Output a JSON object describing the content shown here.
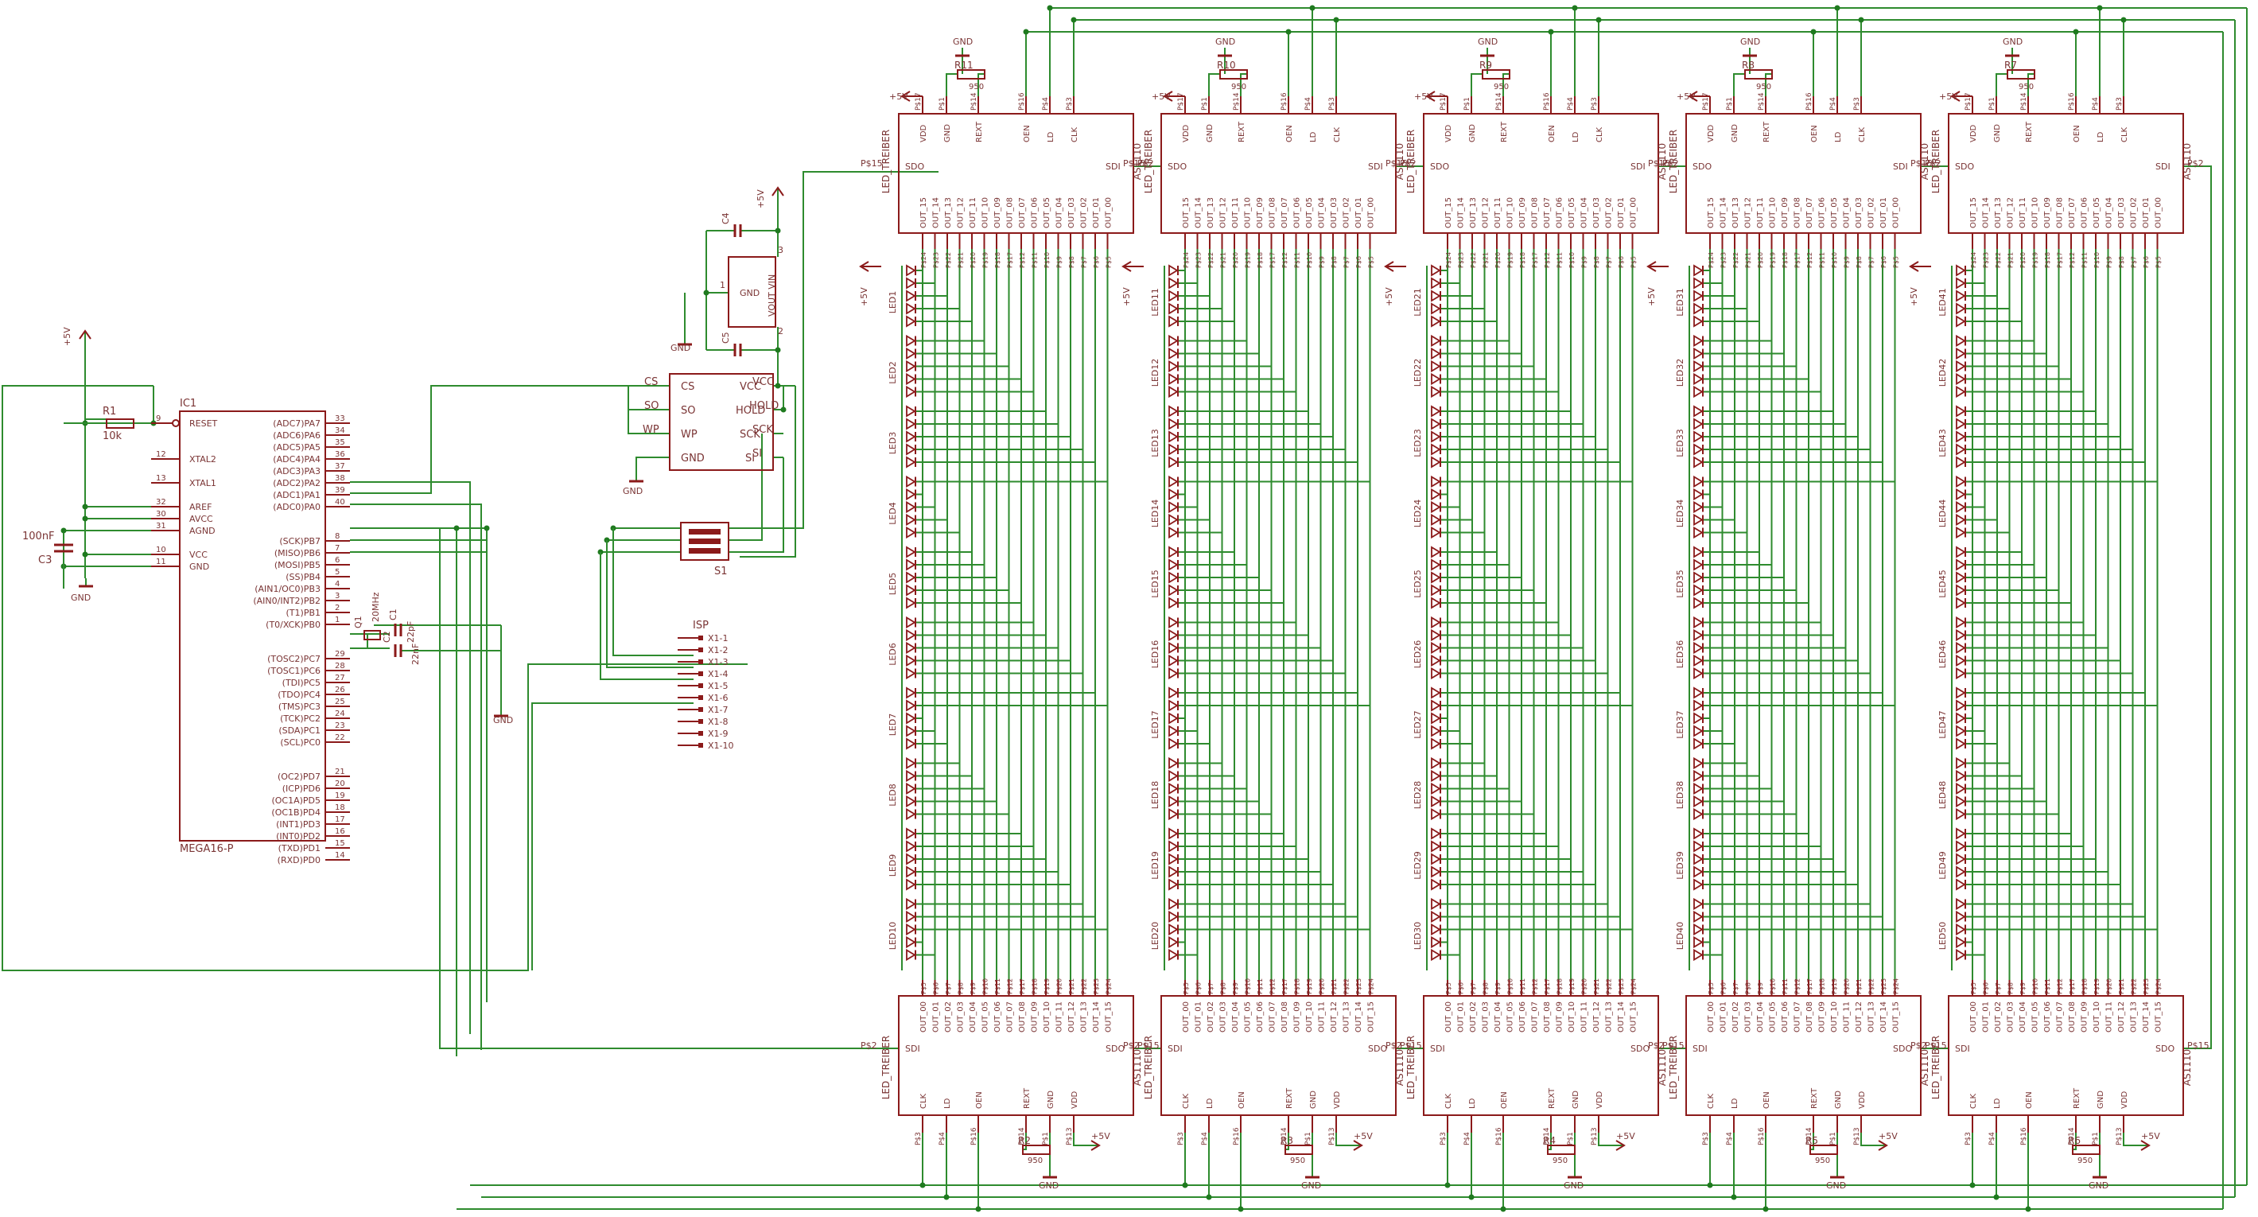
{
  "colors": {
    "wire": "#2e8b2e",
    "part": "#8b1a1a",
    "text": "#7a3434",
    "junction": "#1f7a1f",
    "background": "#ffffff"
  },
  "mcu": {
    "name": "IC1",
    "value": "MEGA16-P",
    "left_pins": [
      {
        "num": "9",
        "name": "RESET"
      },
      {
        "num": "12",
        "name": "XTAL2"
      },
      {
        "num": "13",
        "name": "XTAL1"
      },
      {
        "num": "32",
        "name": "AREF"
      },
      {
        "num": "30",
        "name": "AVCC"
      },
      {
        "num": "31",
        "name": "AGND"
      },
      {
        "num": "10",
        "name": "VCC"
      },
      {
        "num": "11",
        "name": "GND"
      }
    ],
    "right_pins": [
      {
        "num": "33",
        "name": "(ADC7)PA7"
      },
      {
        "num": "34",
        "name": "(ADC6)PA6"
      },
      {
        "num": "35",
        "name": "(ADC5)PA5"
      },
      {
        "num": "36",
        "name": "(ADC4)PA4"
      },
      {
        "num": "37",
        "name": "(ADC3)PA3"
      },
      {
        "num": "38",
        "name": "(ADC2)PA2"
      },
      {
        "num": "39",
        "name": "(ADC1)PA1"
      },
      {
        "num": "40",
        "name": "(ADC0)PA0"
      },
      {
        "num": "8",
        "name": "(SCK)PB7"
      },
      {
        "num": "7",
        "name": "(MISO)PB6"
      },
      {
        "num": "6",
        "name": "(MOSI)PB5"
      },
      {
        "num": "5",
        "name": "(SS)PB4"
      },
      {
        "num": "4",
        "name": "(AIN1/OC0)PB3"
      },
      {
        "num": "3",
        "name": "(AIN0/INT2)PB2"
      },
      {
        "num": "2",
        "name": "(T1)PB1"
      },
      {
        "num": "1",
        "name": "(T0/XCK)PB0"
      },
      {
        "num": "29",
        "name": "(TOSC2)PC7"
      },
      {
        "num": "28",
        "name": "(TOSC1)PC6"
      },
      {
        "num": "27",
        "name": "(TDI)PC5"
      },
      {
        "num": "26",
        "name": "(TDO)PC4"
      },
      {
        "num": "25",
        "name": "(TMS)PC3"
      },
      {
        "num": "24",
        "name": "(TCK)PC2"
      },
      {
        "num": "23",
        "name": "(SDA)PC1"
      },
      {
        "num": "22",
        "name": "(SCL)PC0"
      },
      {
        "num": "21",
        "name": "(OC2)PD7"
      },
      {
        "num": "20",
        "name": "(ICP)PD6"
      },
      {
        "num": "19",
        "name": "(OC1A)PD5"
      },
      {
        "num": "18",
        "name": "(OC1B)PD4"
      },
      {
        "num": "17",
        "name": "(INT1)PD3"
      },
      {
        "num": "16",
        "name": "(INT0)PD2"
      },
      {
        "num": "15",
        "name": "(TXD)PD1"
      },
      {
        "num": "14",
        "name": "(RXD)PD0"
      }
    ]
  },
  "parts": {
    "r1": {
      "name": "R1",
      "value": "10k"
    },
    "c3": {
      "name": "C3",
      "value": "100nF"
    },
    "q1": {
      "name": "Q1",
      "value": "20MHz"
    },
    "c1": {
      "name": "C1",
      "value": "22pF"
    },
    "c2": {
      "name": "C2",
      "value": "22nF"
    },
    "c4": {
      "name": "C4"
    },
    "c5": {
      "name": "C5"
    },
    "isp": {
      "name": "ISP",
      "pins": [
        "X1-1",
        "X1-2",
        "X1-3",
        "X1-4",
        "X1-5",
        "X1-6",
        "X1-7",
        "X1-8",
        "X1-9",
        "X1-10"
      ]
    },
    "s1": {
      "name": "S1"
    },
    "regulator": {
      "pins": [
        "GND",
        "VOUT VIN"
      ],
      "nums": [
        "1",
        "2",
        "3"
      ]
    },
    "eeprom": {
      "left": [
        "CS",
        "SO",
        "WP",
        "GND"
      ],
      "right": [
        "VCC",
        "HOLD",
        "SCK",
        "SI"
      ],
      "outside_left": [
        "CS",
        "SO",
        "WP"
      ],
      "outside_right": [
        "VCC",
        "HOLD",
        "SCK",
        "SI"
      ]
    }
  },
  "supply": {
    "vcc": "+5V",
    "gnd": "GND"
  },
  "driver": {
    "name": "AS1110",
    "part_label": "LED_TREIBER",
    "top_pins": [
      "VDD",
      "GND",
      "REXT",
      "OEN",
      "LD",
      "CLK"
    ],
    "top_pads": [
      "P$17",
      "P$1",
      "P$14",
      "P$16",
      "P$4",
      "P$3"
    ],
    "bottom_pins": [
      "CLK",
      "LD",
      "OEN",
      "REXT",
      "GND",
      "VDD"
    ],
    "bottom_pads": [
      "P$3",
      "P$4",
      "P$16",
      "P$14",
      "P$1",
      "P$13"
    ],
    "sdo": "SDO",
    "sdi": "SDI",
    "pad_sdo": "P$15",
    "pad_sdi": "P$2",
    "outs_top": [
      "OUT_15",
      "OUT_14",
      "OUT_13",
      "OUT_12",
      "OUT_11",
      "OUT_10",
      "OUT_09",
      "OUT_08",
      "OUT_07",
      "OUT_06",
      "OUT_05",
      "OUT_04",
      "OUT_03",
      "OUT_02",
      "OUT_01",
      "OUT_00"
    ],
    "outs_bottom": [
      "OUT_00",
      "OUT_01",
      "OUT_02",
      "OUT_03",
      "OUT_04",
      "OUT_05",
      "OUT_06",
      "OUT_07",
      "OUT_08",
      "OUT_09",
      "OUT_10",
      "OUT_11",
      "OUT_12",
      "OUT_13",
      "OUT_14",
      "OUT_15"
    ],
    "out_pads_top": [
      "P$24",
      "P$23",
      "P$22",
      "P$21",
      "P$20",
      "P$19",
      "P$18",
      "P$17",
      "P$12",
      "P$11",
      "P$10",
      "P$9",
      "P$8",
      "P$7",
      "P$6",
      "P$5"
    ],
    "out_pads_bottom": [
      "P$5",
      "P$6",
      "P$7",
      "P$8",
      "P$9",
      "P$10",
      "P$11",
      "P$12",
      "P$17",
      "P$18",
      "P$19",
      "P$20",
      "P$21",
      "P$22",
      "P$23",
      "P$24"
    ]
  },
  "columns": [
    {
      "top_r": "R11",
      "bottom_r": "R2",
      "r_value": "950",
      "leds": [
        "LED1",
        "LED2",
        "LED3",
        "LED4",
        "LED5",
        "LED6",
        "LED7",
        "LED8",
        "LED9",
        "LED10"
      ]
    },
    {
      "top_r": "R10",
      "bottom_r": "R3",
      "r_value": "950",
      "leds": [
        "LED11",
        "LED12",
        "LED13",
        "LED14",
        "LED15",
        "LED16",
        "LED17",
        "LED18",
        "LED19",
        "LED20"
      ]
    },
    {
      "top_r": "R9",
      "bottom_r": "R4",
      "r_value": "950",
      "leds": [
        "LED21",
        "LED22",
        "LED23",
        "LED24",
        "LED25",
        "LED26",
        "LED27",
        "LED28",
        "LED29",
        "LED30"
      ]
    },
    {
      "top_r": "R8",
      "bottom_r": "R5",
      "r_value": "950",
      "leds": [
        "LED31",
        "LED32",
        "LED33",
        "LED34",
        "LED35",
        "LED36",
        "LED37",
        "LED38",
        "LED39",
        "LED40"
      ]
    },
    {
      "top_r": "R7",
      "bottom_r": "R6",
      "r_value": "950",
      "leds": [
        "LED41",
        "LED42",
        "LED43",
        "LED44",
        "LED45",
        "LED46",
        "LED47",
        "LED48",
        "LED49",
        "LED50"
      ]
    }
  ]
}
